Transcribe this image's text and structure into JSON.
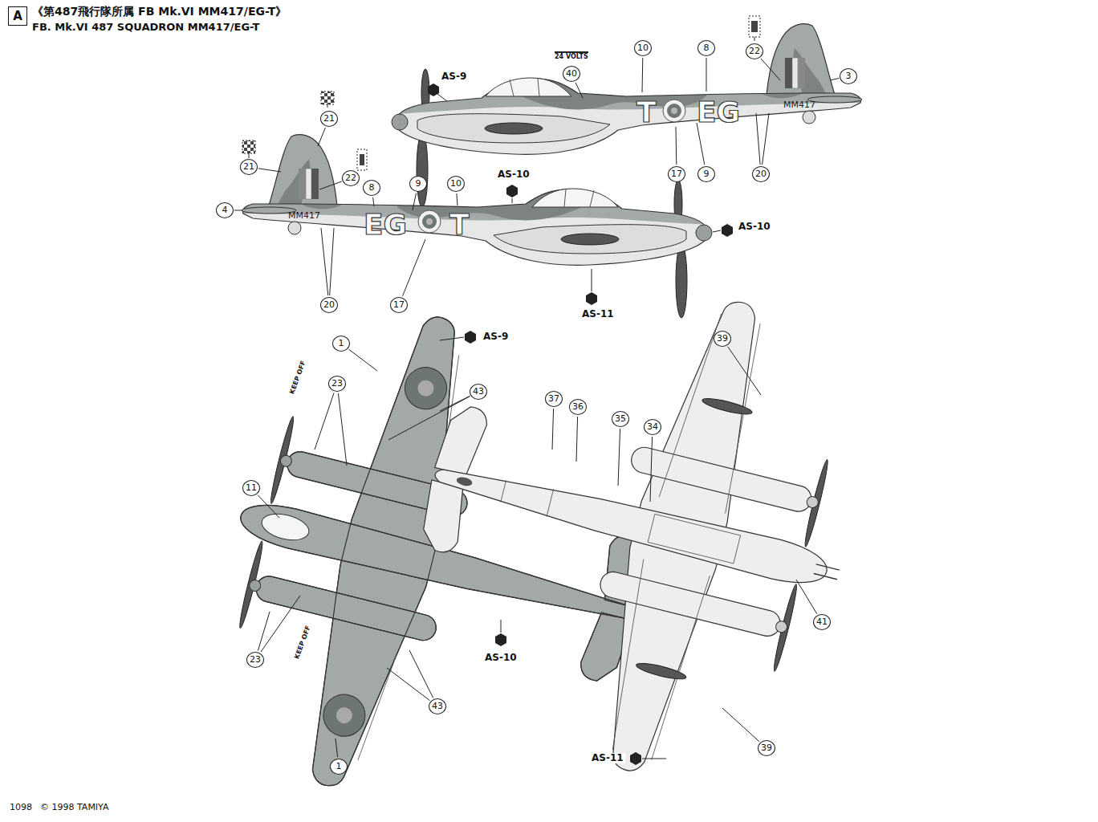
{
  "diagram": {
    "title": "《第487飛行隊所属 FB Mk.VI MM417/EG-T》",
    "nodes": [
      {
        "text": [
          "A"
        ]
      }
    ],
    "labels": [
      "FB. Mk.VI 487 SQUADRON MM417/EG-T",
      "AS-9",
      "24 VOLTS",
      "40",
      "10",
      "8",
      "22",
      "3",
      "17",
      "9",
      "20",
      "T",
      "EG",
      "MM417",
      "21",
      "21",
      "22",
      "4",
      "8",
      "9",
      "10",
      "AS-10",
      "AS-10",
      "EG",
      "T",
      "MM417",
      "20",
      "17",
      "AS-11",
      "AS-9",
      "1",
      "23",
      "43",
      "KEEP OFF",
      "11",
      "AS-10",
      "23",
      "KEEP OFF",
      "43",
      "1",
      "39",
      "37",
      "36",
      "35",
      "34",
      "41",
      "39",
      "AS-11",
      "1098",
      "© 1998 TAMIYA"
    ]
  }
}
